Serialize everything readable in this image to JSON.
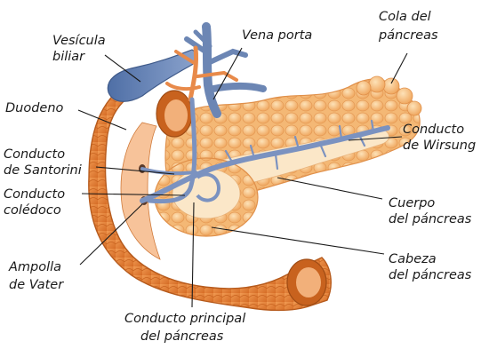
{
  "labels": {
    "vesicula_biliar": [
      "Vesícula",
      "biliar"
    ],
    "vena_porta": [
      "Vena porta"
    ],
    "cola_pancreas": [
      "Cola del",
      "páncreas"
    ],
    "duodeno": [
      "Duodeno"
    ],
    "conducto_wirsung": [
      "Conducto",
      "de Wirsung"
    ],
    "conducto_santorini": [
      "Conducto",
      "de Santorini"
    ],
    "conducto_coledoco": [
      "Conducto",
      "colédoco"
    ],
    "cuerpo_pancreas": [
      "Cuerpo",
      "del páncreas"
    ],
    "ampolla_vater": [
      "Ampolla",
      "de Vater"
    ],
    "cabeza_pancreas": [
      "Cabeza",
      "del páncreas"
    ],
    "conducto_principal": [
      "Conducto principal",
      "del páncreas"
    ]
  },
  "colors": {
    "pancreas_light": "#f6c48a",
    "pancreas_mid": "#f0a860",
    "duodenum": "#e8843c",
    "duodenum_dark": "#c8621e",
    "vessel_blue": "#6c86b4",
    "vessel_orange": "#e88a4a",
    "duct_blue": "#7b92c0"
  }
}
